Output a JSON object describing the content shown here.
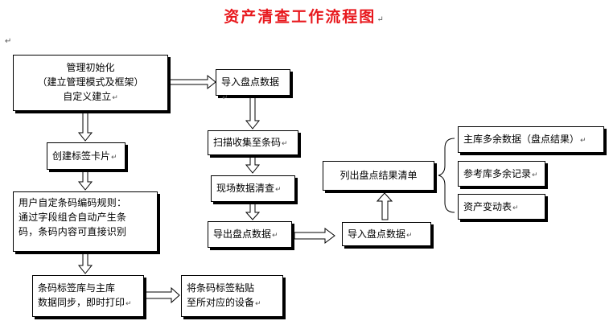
{
  "title": "资产清查工作流程图",
  "paragraph_mark": "↵",
  "boxes": {
    "management_init": {
      "lines": "管理初始化\n（建立管理模式及框架）\n自定义建立"
    },
    "create_label_card": {
      "text": "创建标签卡片"
    },
    "barcode_rules": {
      "lines": "用户自定条码编码规则：\n通过字段组合自动产生条\n码，条码内容可直接识别"
    },
    "barcode_sync": {
      "lines": "条码标签库与主库\n数据同步，即时打印"
    },
    "attach_labels": {
      "lines": "将条码标签粘贴\n至所对应的设备"
    },
    "import_data_1": {
      "text": "导入盘点数据"
    },
    "scan_barcodes": {
      "text": "扫描收集至条码"
    },
    "site_check": {
      "text": "现场数据清查"
    },
    "export_data": {
      "text": "导出盘点数据"
    },
    "import_data_2": {
      "text": "导入盘点数据"
    },
    "list_results": {
      "text": "列出盘点结果清单"
    },
    "main_surplus": {
      "text": "主库多余数据（盘点结果）"
    },
    "ref_surplus": {
      "text": "参考库多余记录"
    },
    "asset_changes": {
      "text": "资产变动表"
    }
  },
  "colors": {
    "title": "#e8191e",
    "border": "#000000"
  }
}
